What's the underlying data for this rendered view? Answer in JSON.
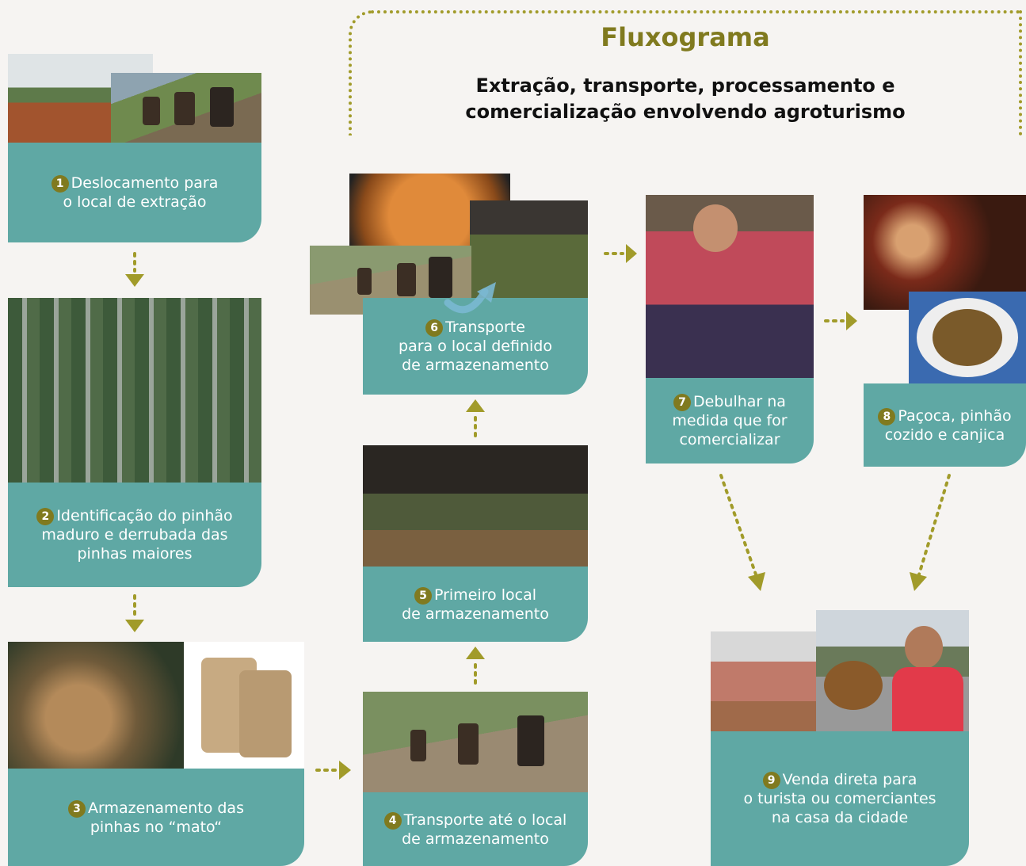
{
  "header": {
    "title": "Fluxograma",
    "subtitle_line1": "Extração, transporte, processamento e",
    "subtitle_line2": "comercialização envolvendo agroturismo"
  },
  "steps": [
    {
      "num": "1",
      "lines": [
        "Deslocamento para",
        "o local de extração"
      ]
    },
    {
      "num": "2",
      "lines": [
        "Identificação do pinhão",
        "maduro e derrubada das",
        "pinhas maiores"
      ]
    },
    {
      "num": "3",
      "lines": [
        "Armazenamento das",
        "pinhas no “mato“"
      ]
    },
    {
      "num": "4",
      "lines": [
        "Transporte até o local",
        "de armazenamento"
      ]
    },
    {
      "num": "5",
      "lines": [
        "Primeiro local",
        "de armazenamento"
      ]
    },
    {
      "num": "6",
      "lines": [
        "Transporte",
        "para o local definido",
        "de armazenamento"
      ]
    },
    {
      "num": "7",
      "lines": [
        "Debulhar na",
        "medida que for",
        "comercializar"
      ]
    },
    {
      "num": "8",
      "lines": [
        "Paçoca, pinhão",
        "cozido e canjica"
      ]
    },
    {
      "num": "9",
      "lines": [
        "Venda direta para",
        "o turista ou comerciantes",
        "na casa da cidade"
      ]
    }
  ],
  "colors": {
    "card": "#5fa8a4",
    "accent": "#807a1f",
    "arrow": "#a19b2a"
  }
}
